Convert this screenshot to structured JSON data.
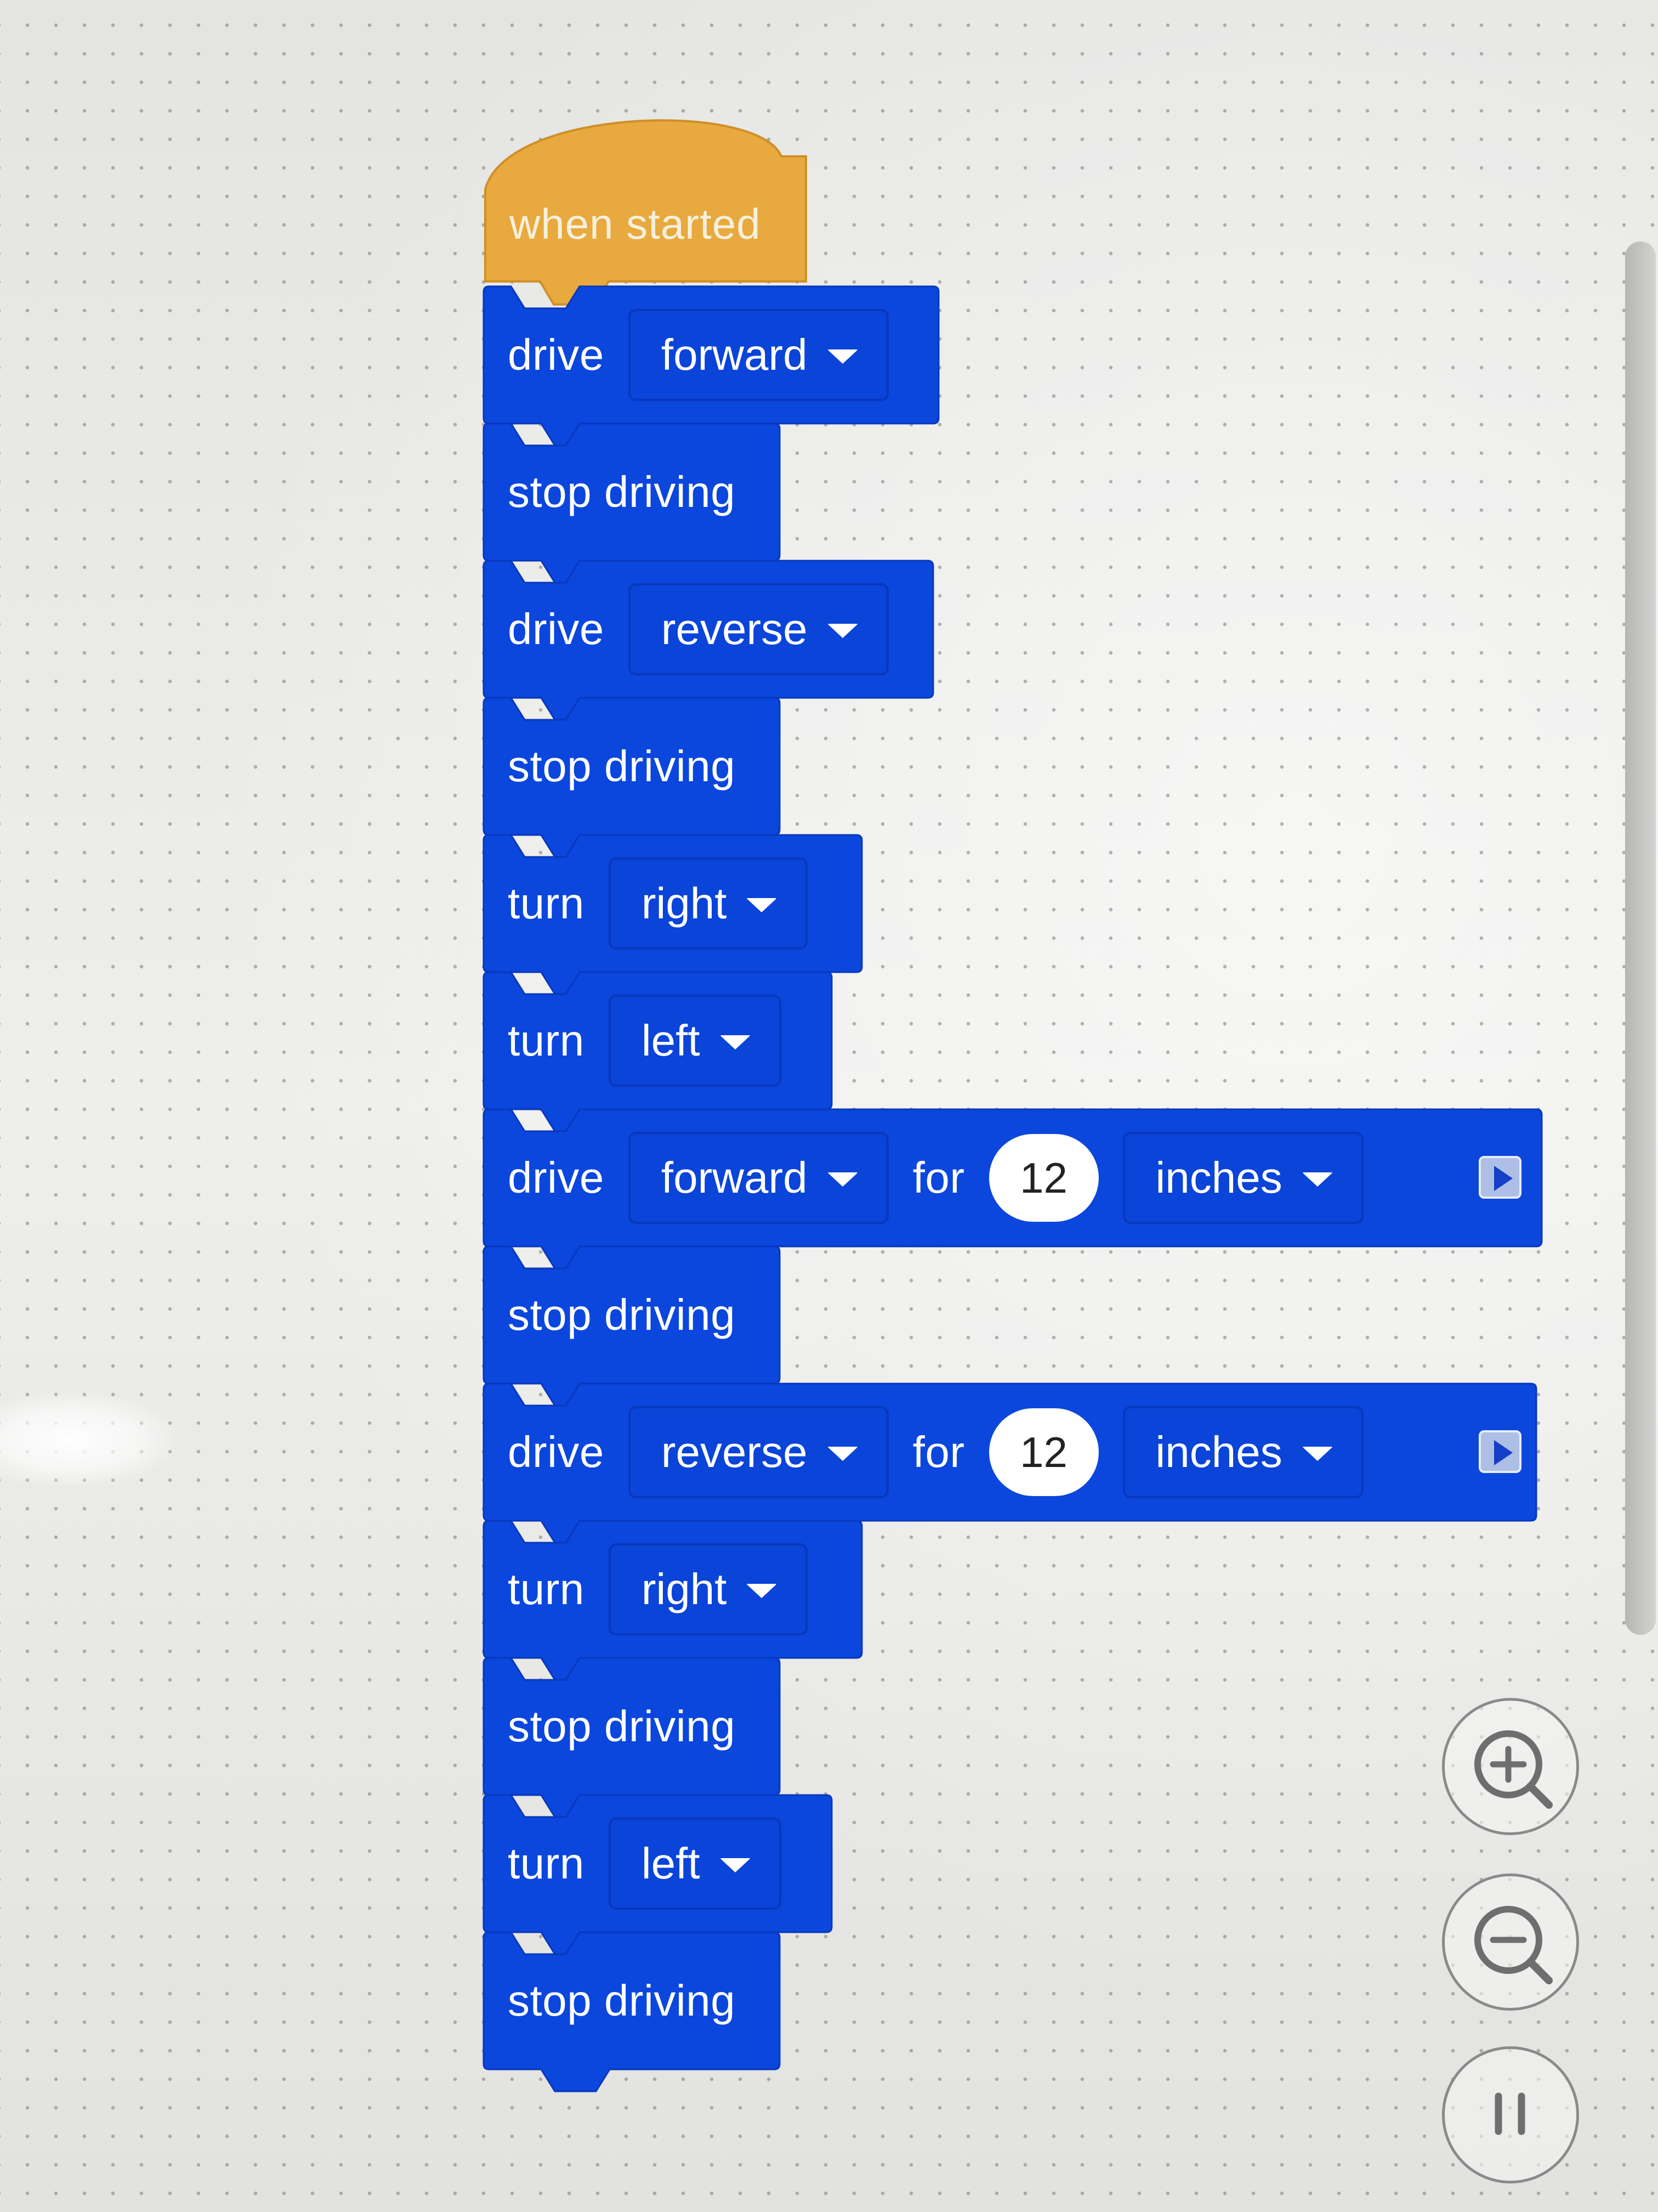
{
  "colors": {
    "hat_block": "#e8a93e",
    "motion_block": "#0b46dd",
    "dropdown_fill": "#0a44d8",
    "number_fill": "#ffffff",
    "workspace": "#e8e8e6"
  },
  "hat_block": {
    "label": "when started"
  },
  "blocks": [
    {
      "parts": [
        {
          "kind": "text",
          "text": "drive"
        },
        {
          "kind": "dropdown",
          "value": "forward"
        }
      ]
    },
    {
      "parts": [
        {
          "kind": "text",
          "text": "stop driving"
        }
      ]
    },
    {
      "parts": [
        {
          "kind": "text",
          "text": "drive"
        },
        {
          "kind": "dropdown",
          "value": "reverse"
        }
      ]
    },
    {
      "parts": [
        {
          "kind": "text",
          "text": "stop driving"
        }
      ]
    },
    {
      "parts": [
        {
          "kind": "text",
          "text": "turn"
        },
        {
          "kind": "dropdown",
          "value": "right"
        }
      ]
    },
    {
      "parts": [
        {
          "kind": "text",
          "text": "turn"
        },
        {
          "kind": "dropdown",
          "value": "left"
        }
      ]
    },
    {
      "parts": [
        {
          "kind": "text",
          "text": "drive"
        },
        {
          "kind": "dropdown",
          "value": "forward"
        },
        {
          "kind": "text",
          "text": "for"
        },
        {
          "kind": "number",
          "value": "12"
        },
        {
          "kind": "dropdown",
          "value": "inches"
        }
      ],
      "run_button": true
    },
    {
      "parts": [
        {
          "kind": "text",
          "text": "stop driving"
        }
      ]
    },
    {
      "parts": [
        {
          "kind": "text",
          "text": "drive"
        },
        {
          "kind": "dropdown",
          "value": "reverse"
        },
        {
          "kind": "text",
          "text": "for"
        },
        {
          "kind": "number",
          "value": "12"
        },
        {
          "kind": "dropdown",
          "value": "inches"
        }
      ],
      "run_button": true
    },
    {
      "parts": [
        {
          "kind": "text",
          "text": "turn"
        },
        {
          "kind": "dropdown",
          "value": "right"
        }
      ]
    },
    {
      "parts": [
        {
          "kind": "text",
          "text": "stop driving"
        }
      ]
    },
    {
      "parts": [
        {
          "kind": "text",
          "text": "turn"
        },
        {
          "kind": "dropdown",
          "value": "left"
        }
      ]
    },
    {
      "parts": [
        {
          "kind": "text",
          "text": "stop driving"
        }
      ]
    }
  ],
  "zoom_controls": {
    "zoom_in_icon": "zoom-in-icon",
    "zoom_out_icon": "zoom-out-icon",
    "reset_icon": "equals-icon"
  }
}
